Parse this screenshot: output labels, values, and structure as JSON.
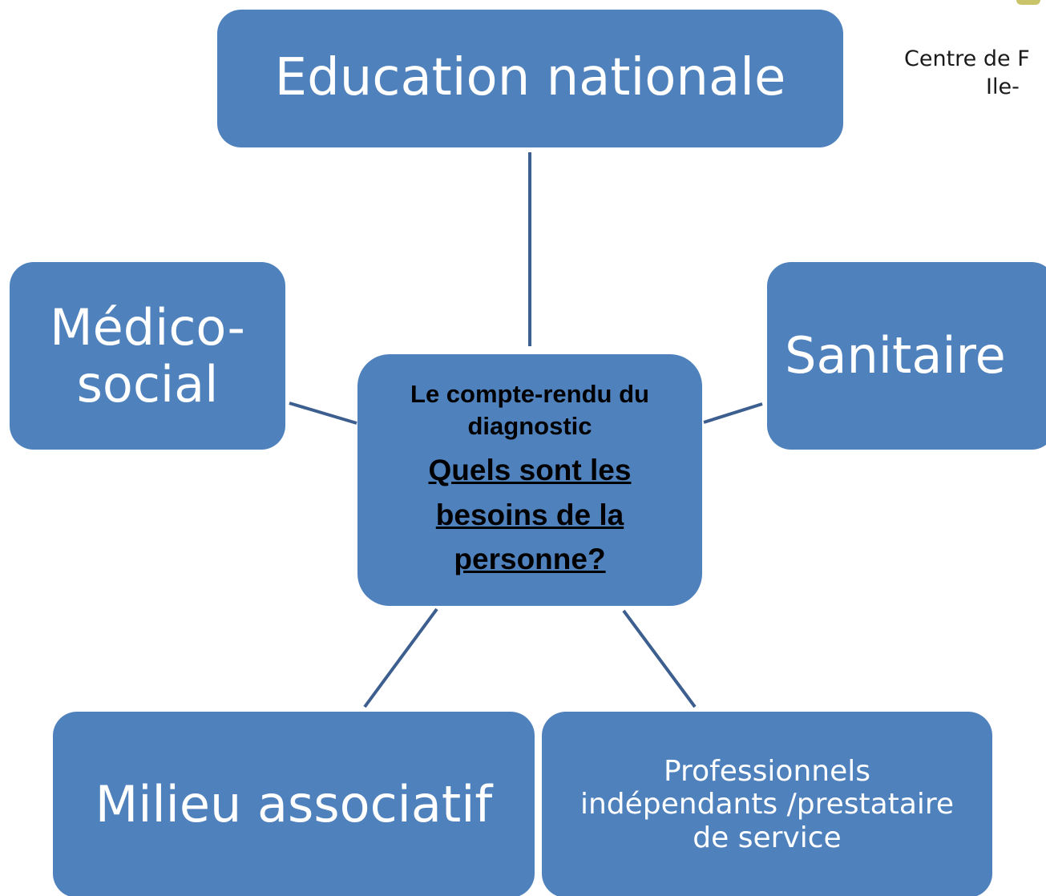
{
  "diagram": {
    "center": {
      "title": "Le compte-rendu du diagnostic",
      "question": "Quels sont les besoins de la personne?"
    },
    "nodes": {
      "top": "Education nationale",
      "left": "Médico-social",
      "right": "Sanitaire",
      "bottom_left": "Milieu associatif",
      "bottom_right": "Professionnels indépendants /prestataire de service"
    }
  },
  "logo": {
    "line1": "Centre de F",
    "line2": "Ile-"
  },
  "colors": {
    "node_fill": "#4f81bd",
    "connector": "#3d5f8f",
    "node_text": "#ffffff",
    "center_text": "#000000"
  }
}
